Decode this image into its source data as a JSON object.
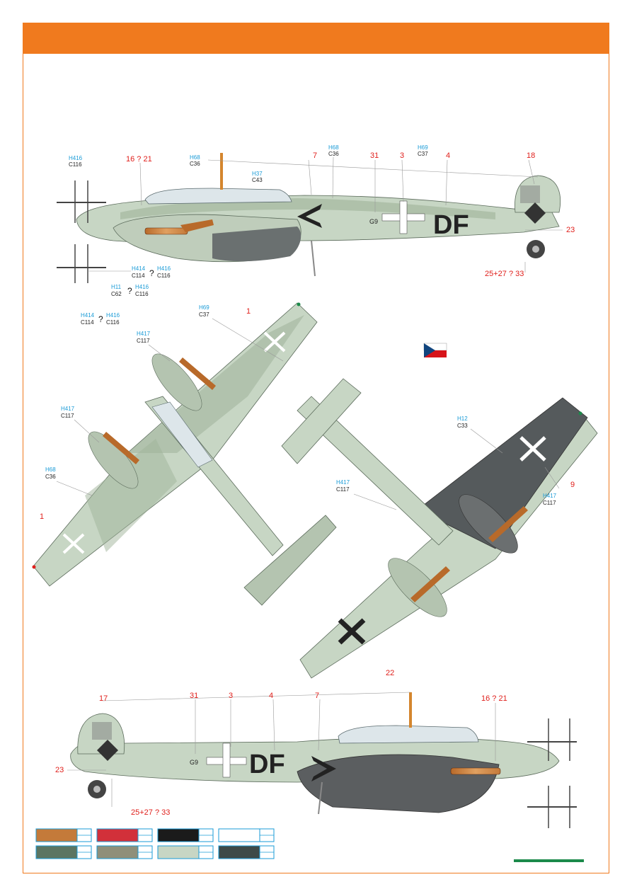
{
  "colors": {
    "accent": "#f07a1e",
    "hcode_blue": "#1a9bd7",
    "callout_red": "#e0201c",
    "camo_light": "#c8d6c4",
    "camo_mid": "#9fb39a",
    "underside_grey": "#555a5c",
    "bar_green": "#1b8a4a"
  },
  "flag": {
    "icon": "czech-flag-icon",
    "colors": [
      "#ffffff",
      "#d7141a",
      "#11457e"
    ]
  },
  "side_view_top": {
    "labels": {
      "l1": {
        "h": "H416",
        "c": "C116"
      },
      "l2": {
        "h": "H68",
        "c": "C36"
      },
      "l3": {
        "h": "H37",
        "c": "C43"
      },
      "l4": {
        "h": "H68",
        "c": "C36"
      },
      "l5": {
        "h": "H69",
        "c": "C37"
      },
      "l6": {
        "h": "H414",
        "c": "C114"
      },
      "l7": {
        "h": "H416",
        "c": "C116"
      },
      "l8": {
        "h": "H11",
        "c": "C62"
      },
      "l9": {
        "h": "H416",
        "c": "C116"
      },
      "l10": {
        "h": "H414",
        "c": "C114"
      },
      "l11": {
        "h": "H416",
        "c": "C116"
      }
    },
    "callouts": {
      "c1": "16 ? 21",
      "c2": "7",
      "c3": "31",
      "c4": "3",
      "c5": "4",
      "c6": "18",
      "c7": "23",
      "c8": "25+27 ? 33"
    },
    "question_marks": [
      "?",
      "?",
      "?"
    ],
    "code": "G9",
    "letters": "DF"
  },
  "top_view": {
    "labels": {
      "l1": {
        "h": "H69",
        "c": "C37"
      },
      "l2": {
        "h": "H417",
        "c": "C117"
      },
      "l3": {
        "h": "H417",
        "c": "C117"
      },
      "l4": {
        "h": "H68",
        "c": "C36"
      }
    },
    "callouts": {
      "c1": "1",
      "c2": "1"
    }
  },
  "bottom_view": {
    "labels": {
      "l1": {
        "h": "H12",
        "c": "C33"
      },
      "l2": {
        "h": "H417",
        "c": "C117"
      },
      "l3": {
        "h": "H417",
        "c": "C117"
      }
    },
    "callouts": {
      "c1": "9",
      "c2": "22"
    }
  },
  "side_view_bottom": {
    "callouts": {
      "c1": "17",
      "c2": "31",
      "c3": "3",
      "c4": "4",
      "c5": "7",
      "c6": "16 ? 21",
      "c7": "23",
      "c8": "25+27 ? 33"
    },
    "code": "G9",
    "letters": "DF"
  },
  "palette": [
    {
      "name": "wood-brown-swatch",
      "color": "#c47a3a"
    },
    {
      "name": "red-swatch",
      "color": "#d2303a"
    },
    {
      "name": "black-swatch",
      "color": "#1b1b1b"
    },
    {
      "name": "white-swatch",
      "color": "#ffffff"
    },
    {
      "name": "dark-green-swatch",
      "color": "#5b7562"
    },
    {
      "name": "grey-green-swatch",
      "color": "#8f8f7a"
    },
    {
      "name": "light-green-swatch",
      "color": "#c7d6c4"
    },
    {
      "name": "dark-grey-swatch",
      "color": "#3e4a48"
    }
  ]
}
